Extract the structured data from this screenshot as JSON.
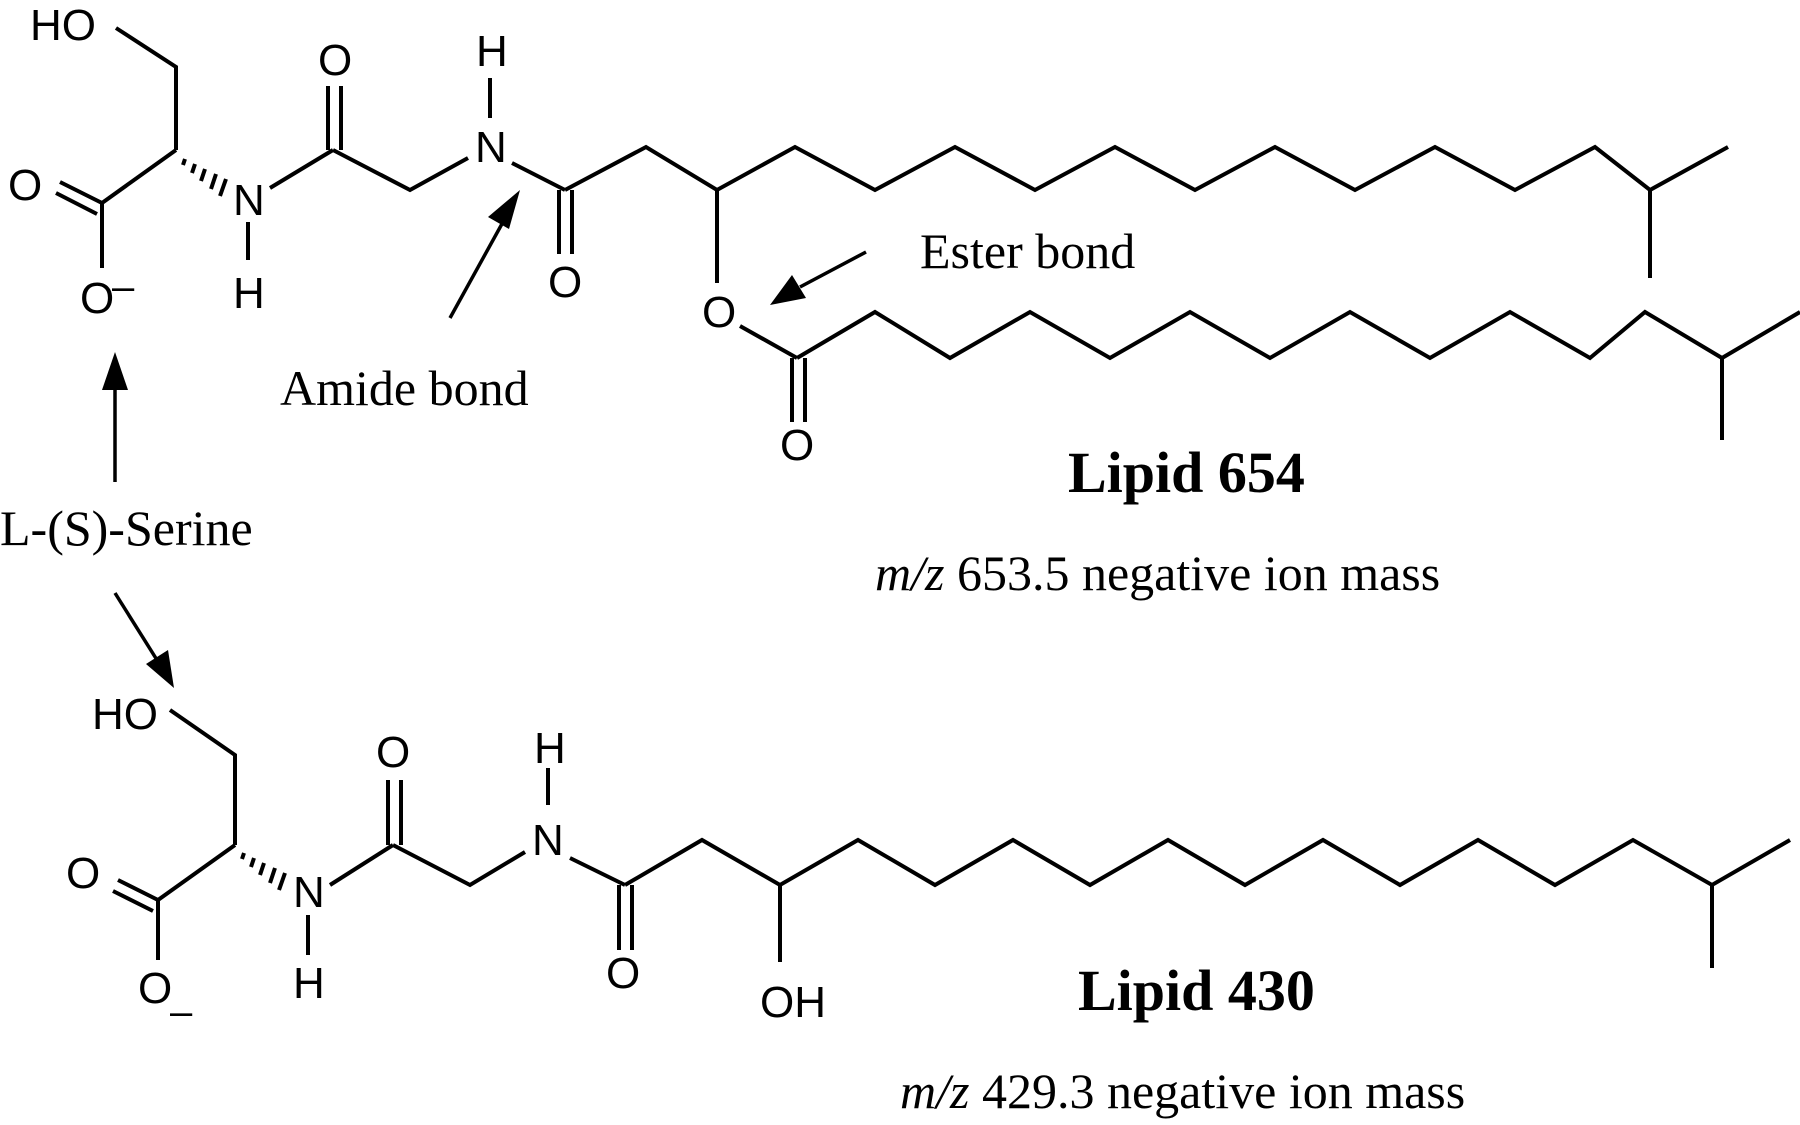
{
  "atoms": {
    "HO": "HO",
    "O": "O",
    "N": "N",
    "H": "H",
    "OH": "OH",
    "minus": "–"
  },
  "annotations": {
    "amide_bond": "Amide bond",
    "ester_bond": "Ester bond",
    "serine": "L-(S)-Serine"
  },
  "lipid654": {
    "name": "Lipid 654",
    "mz_prefix": "m/z",
    "mz_text": " 653.5 negative ion mass"
  },
  "lipid430": {
    "name": "Lipid 430",
    "mz_prefix": "m/z",
    "mz_text": " 429.3 negative ion mass"
  }
}
